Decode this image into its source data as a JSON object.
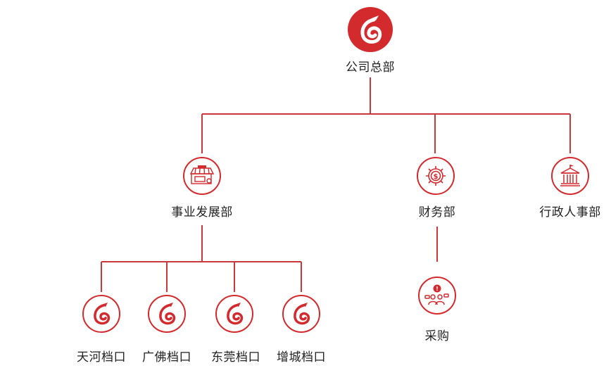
{
  "colors": {
    "accent": "#d32a2e",
    "line": "#c9383b",
    "text": "#222222"
  },
  "root": {
    "label": "公司总部",
    "icon": "brand-logo-icon"
  },
  "departments": [
    {
      "label": "事业发展部",
      "icon": "store-icon"
    },
    {
      "label": "财务部",
      "icon": "finance-gear-dollar-icon"
    },
    {
      "label": "行政人事部",
      "icon": "government-building-icon"
    }
  ],
  "branches": [
    {
      "label": "天河档口",
      "icon": "brand-logo-icon"
    },
    {
      "label": "广佛档口",
      "icon": "brand-logo-icon"
    },
    {
      "label": "东莞档口",
      "icon": "brand-logo-icon"
    },
    {
      "label": "增城档口",
      "icon": "brand-logo-icon"
    }
  ],
  "sub_unit": {
    "label": "采购",
    "icon": "procurement-people-icon"
  }
}
